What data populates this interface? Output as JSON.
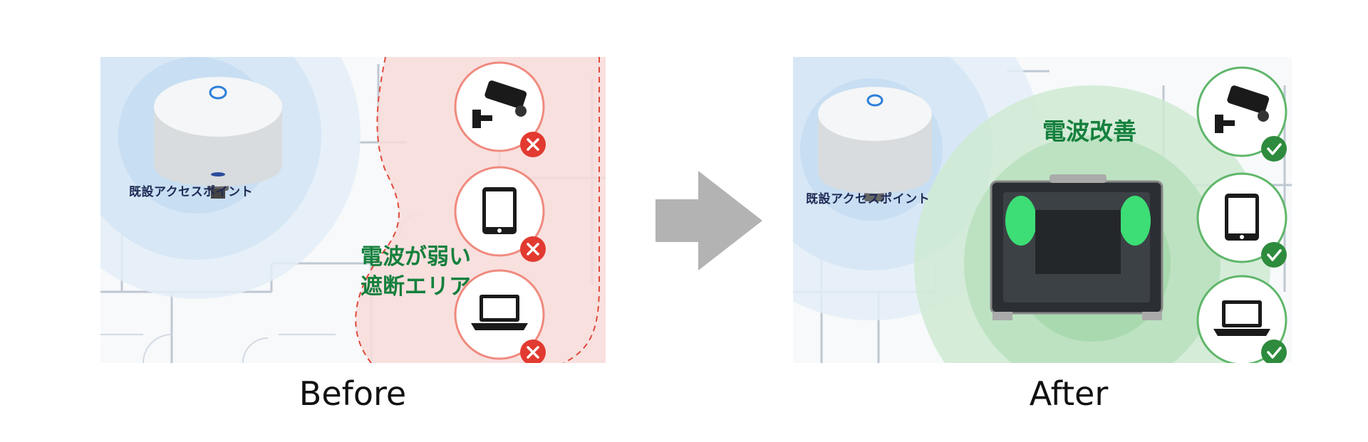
{
  "before": {
    "caption": "Before",
    "ap_label": "既設アクセスポイント",
    "zone_label_line1": "電波が弱い",
    "zone_label_line2": "遮断エリア",
    "status": "fail",
    "devices": [
      {
        "icon": "security-camera-icon",
        "status_icon": "cross-icon"
      },
      {
        "icon": "tablet-icon",
        "status_icon": "cross-icon"
      },
      {
        "icon": "laptop-icon",
        "status_icon": "cross-icon"
      }
    ]
  },
  "after": {
    "caption": "After",
    "ap_label": "既設アクセスポイント",
    "zone_label": "電波改善",
    "status": "ok",
    "devices": [
      {
        "icon": "security-camera-icon",
        "status_icon": "check-icon"
      },
      {
        "icon": "tablet-icon",
        "status_icon": "check-icon"
      },
      {
        "icon": "laptop-icon",
        "status_icon": "check-icon"
      }
    ]
  },
  "arrow": {
    "icon": "arrow-right-icon",
    "color": "#b3b3b3"
  },
  "colors": {
    "signal_blue": "#cfe3f4",
    "weak_zone": "#f8dcd9",
    "weak_border": "#e04a3b",
    "improved_green": "#9fd8a5",
    "ok_green": "#2e8b3d",
    "fail_red": "#e23a30",
    "label_green": "#15803d"
  }
}
